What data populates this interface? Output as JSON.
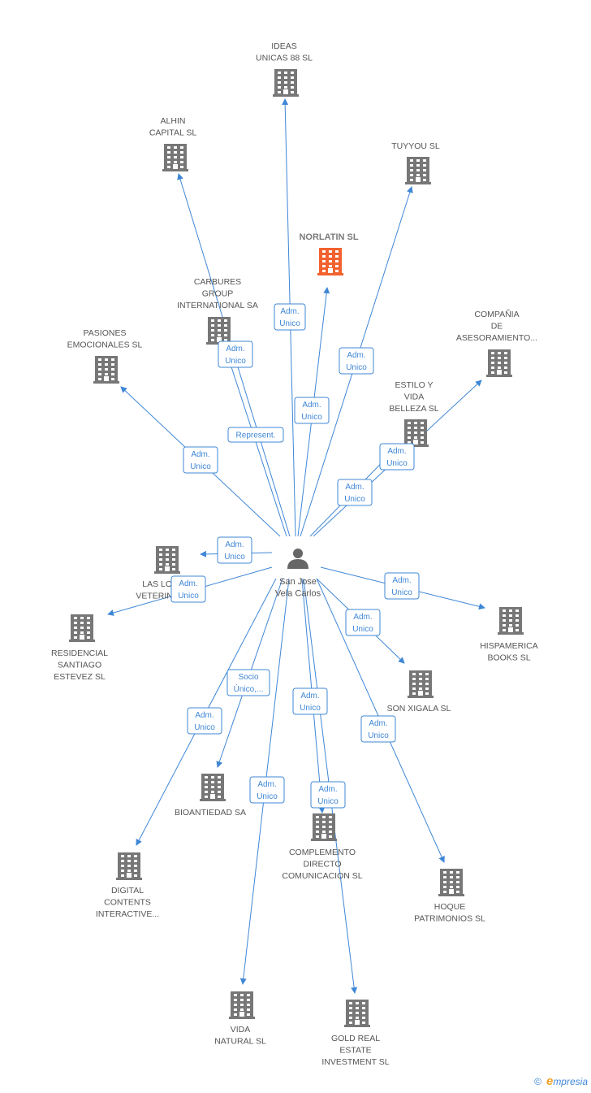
{
  "person": {
    "name_lines": [
      "San Jose",
      "Vela Carlos"
    ]
  },
  "colors": {
    "edge": "#3f87d6",
    "building": "#777777",
    "highlight": "#f2622e"
  },
  "footer": {
    "copyright": "©",
    "brand_e": "e",
    "brand_rest": "mpresia"
  },
  "companies": [
    {
      "id": "ideas",
      "lines": [
        "IDEAS",
        "UNICAS 88 SL"
      ]
    },
    {
      "id": "alhin",
      "lines": [
        "ALHIN",
        "CAPITAL SL"
      ]
    },
    {
      "id": "tuyyou",
      "lines": [
        "TUYYOU SL"
      ]
    },
    {
      "id": "norlatin",
      "lines": [
        "NORLATIN SL"
      ],
      "highlight": true
    },
    {
      "id": "carbures",
      "lines": [
        "CARBURES",
        "GROUP",
        "INTERNATIONAL SA"
      ]
    },
    {
      "id": "compania",
      "lines": [
        "COMPAÑIA",
        "DE",
        "ASESORAMIENTO..."
      ]
    },
    {
      "id": "pasiones",
      "lines": [
        "PASIONES",
        "EMOCIONALES SL"
      ]
    },
    {
      "id": "estilo",
      "lines": [
        "ESTILO Y",
        "VIDA",
        "BELLEZA SL"
      ]
    },
    {
      "id": "laslomas",
      "lines": [
        "LAS LO...",
        "VETERINA..."
      ]
    },
    {
      "id": "residencial",
      "lines": [
        "RESIDENCIAL",
        "SANTIAGO",
        "ESTEVEZ SL"
      ]
    },
    {
      "id": "hispamerica",
      "lines": [
        "HISPAMERICA",
        "BOOKS  SL"
      ]
    },
    {
      "id": "sonxigala",
      "lines": [
        "SON XIGALA SL"
      ]
    },
    {
      "id": "bioantiedad",
      "lines": [
        "BIOANTIEDAD SA"
      ]
    },
    {
      "id": "complemento",
      "lines": [
        "COMPLEMENTO",
        "DIRECTO",
        "COMUNICACION SL"
      ]
    },
    {
      "id": "digital",
      "lines": [
        "DIGITAL",
        "CONTENTS",
        "INTERACTIVE..."
      ]
    },
    {
      "id": "hoque",
      "lines": [
        "HOQUE",
        "PATRIMONIOS SL"
      ]
    },
    {
      "id": "vida",
      "lines": [
        "VIDA",
        "NATURAL SL"
      ]
    },
    {
      "id": "gold",
      "lines": [
        "GOLD REAL",
        "ESTATE",
        "INVESTMENT SL"
      ]
    }
  ],
  "relations": [
    {
      "to": "ideas",
      "lines": [
        "Adm.",
        "Unico"
      ]
    },
    {
      "to": "alhin",
      "lines": [
        "Adm.",
        "Unico"
      ]
    },
    {
      "to": "carbures",
      "lines": [
        "Represent."
      ]
    },
    {
      "to": "tuyyou",
      "lines": [
        "Adm.",
        "Unico"
      ]
    },
    {
      "to": "norlatin",
      "lines": [
        "Adm.",
        "Unico"
      ]
    },
    {
      "to": "pasiones",
      "lines": [
        "Adm.",
        "Unico"
      ]
    },
    {
      "to": "compania",
      "lines": [
        "Adm.",
        "Unico"
      ]
    },
    {
      "to": "estilo",
      "lines": [
        "Adm.",
        "Unico"
      ]
    },
    {
      "to": "laslomas",
      "lines": [
        "Adm.",
        "Unico"
      ]
    },
    {
      "to": "residencial",
      "lines": [
        "Adm.",
        "Unico"
      ]
    },
    {
      "to": "hispamerica",
      "lines": [
        "Adm.",
        "Unico"
      ]
    },
    {
      "to": "sonxigala",
      "lines": [
        "Adm.",
        "Unico"
      ]
    },
    {
      "to": "bioantiedad",
      "lines": [
        "Socio",
        "Único,..."
      ]
    },
    {
      "to": "digital",
      "lines": [
        "Adm.",
        "Unico"
      ]
    },
    {
      "to": "complemento",
      "lines": [
        "Adm.",
        "Unico"
      ]
    },
    {
      "to": "vida",
      "lines": [
        "Adm.",
        "Unico"
      ]
    },
    {
      "to": "gold",
      "lines": [
        "Adm.",
        "Unico"
      ]
    },
    {
      "to": "hoque",
      "lines": [
        "Adm.",
        "Unico"
      ]
    }
  ]
}
